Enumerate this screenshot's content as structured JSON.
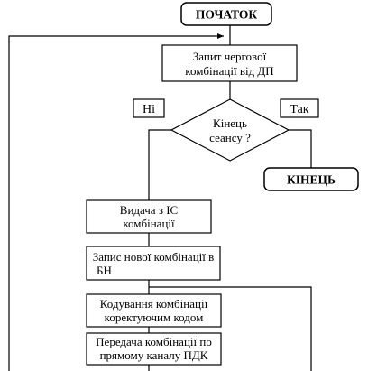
{
  "flowchart": {
    "start": "ПОЧАТОК",
    "request_line1": "Запит чергової",
    "request_line2": "комбінації від ДП",
    "decision_line1": "Кінець",
    "decision_line2": "сеансу ?",
    "branch_no": "Ні",
    "branch_yes": "Так",
    "end": "КІНЕЦЬ",
    "issue_line1": "Видача з ІС",
    "issue_line2": "комбінації",
    "write_line1": "Запис нової комбінації в",
    "write_line2": "БН",
    "encode_line1": "Кодування комбінації",
    "encode_line2": "коректуючим кодом",
    "transmit_line1": "Передача комбінації по",
    "transmit_line2": "прямому каналу ПДК"
  }
}
